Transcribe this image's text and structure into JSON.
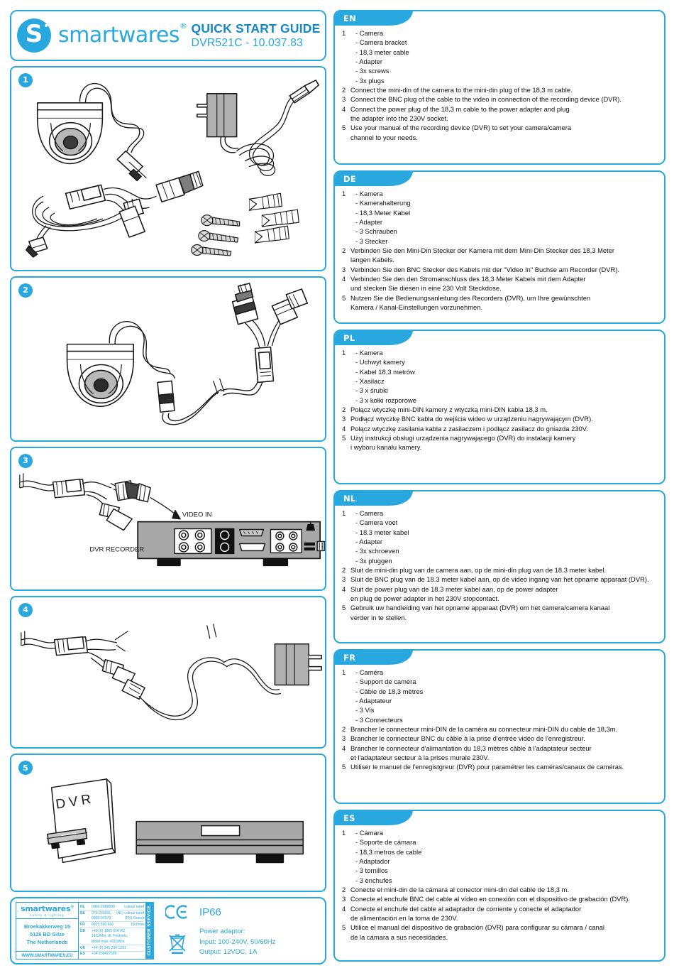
{
  "header": {
    "brand": "smartwares",
    "brand_mark": "S",
    "title": "QUICK START GUIDE",
    "model": "DVR521C - 10.037.83"
  },
  "panels": [
    {
      "number": "1",
      "name": "parts-overview"
    },
    {
      "number": "2",
      "name": "camera-to-cable"
    },
    {
      "number": "3",
      "name": "cable-to-dvr",
      "labels": {
        "video_in": "VIDEO IN",
        "dvr": "DVR RECORDER"
      }
    },
    {
      "number": "4",
      "name": "cable-to-adapter"
    },
    {
      "number": "5",
      "name": "dvr-manual",
      "labels": {
        "manual": "DVR"
      }
    }
  ],
  "languages": [
    {
      "code": "EN",
      "steps": [
        {
          "num": "1",
          "lines": [
            "-  Camera",
            "- Camera bracket",
            "- 18,3 meter cable",
            "- Adapter",
            "- 3x screws",
            "- 3x plugs"
          ],
          "sub": true
        },
        {
          "num": "2",
          "lines": [
            "Connect the mini-din of the camera to the mini-din plug of the 18,3 m cable."
          ]
        },
        {
          "num": "3",
          "lines": [
            "Connect the BNC plug of the cable to the video in connection of the recording device (DVR)."
          ]
        },
        {
          "num": "4",
          "lines": [
            "Connect the power plug of the 18,3 m cable to the power adapter and plug",
            "the adapter into the 230V socket."
          ]
        },
        {
          "num": "5",
          "lines": [
            "Use your manual of the recording device (DVR) to set your camera/camera",
            "channel to your needs."
          ]
        }
      ]
    },
    {
      "code": "DE",
      "steps": [
        {
          "num": "1",
          "lines": [
            "-  Kamera",
            "- Kamerahalterung",
            "- 18,3 Meter Kabel",
            "- Adapter",
            "- 3 Schrauben",
            "- 3 Stecker"
          ],
          "sub": true
        },
        {
          "num": "2",
          "lines": [
            "Verbinden Sie den Mini-Din Stecker der Kamera mit dem Mini-Din Stecker des 18,3 Meter",
            "langen Kabels."
          ]
        },
        {
          "num": "3",
          "lines": [
            "Verbinden Sie den BNC Stecker des Kabels mit der \"Video In\" Buchse am Recorder (DVR)."
          ]
        },
        {
          "num": "4",
          "lines": [
            "Verbinden Sie den den Stromanschluss des 18,3 Meter Kabels mit dem Adapter",
            "und stecken Sie diesen in eine 230 Volt Steckdose."
          ]
        },
        {
          "num": "5",
          "lines": [
            "Nutzen Sie die Bedienungsanleitung des Recorders (DVR), um Ihre gewünschten",
            "Kamera / Kanal-Einstellungen vorzunehmen."
          ]
        }
      ]
    },
    {
      "code": "PL",
      "steps": [
        {
          "num": "1",
          "lines": [
            "- Kamera",
            "- Uchwyt kamery",
            "- Kabel 18,3 metrów",
            "- Xasilacz",
            "- 3 x śrubki",
            "- 3 x kołki rozporowe"
          ],
          "sub": true
        },
        {
          "num": "2",
          "lines": [
            "Połącz wtyczkę mini-DIN kamery z wtyczką mini-DIN kabla 18,3 m."
          ]
        },
        {
          "num": "3",
          "lines": [
            "Podłącz wtyczkę BNC kabla do wejścia wideo w urządzeniu nagrywającym (DVR)."
          ]
        },
        {
          "num": "4",
          "lines": [
            "Połącz wtyczkę zasilania kabla z zasilaczem i podłącz zasilacz do gniazda 230V."
          ]
        },
        {
          "num": "5",
          "lines": [
            "Użyj instrukcji obsługi urządzenia nagrywającego (DVR) do instalacji kamery",
            "i wyboru kanału kamery."
          ]
        }
      ]
    },
    {
      "code": "NL",
      "steps": [
        {
          "num": "1",
          "lines": [
            "- Camera",
            "- Camera voet",
            "- 18.3 meter kabel",
            "- Adapter",
            "- 3x schroeven",
            "- 3x pluggen"
          ],
          "sub": true
        },
        {
          "num": "2",
          "lines": [
            "Sluit de mini-din plug van de camera aan, op de mini-din plug van de 18.3 meter kabel."
          ]
        },
        {
          "num": "3",
          "lines": [
            "Sluit de BNC plug van de 18.3 meter kabel aan, op de video ingang van het opname apparaat (DVR)."
          ]
        },
        {
          "num": "4",
          "lines": [
            "Sluit de power plug van de 18.3 meter kabel aan, op de power adapter",
            "en plug de power adapter in het 230V stopcontact."
          ]
        },
        {
          "num": "5",
          "lines": [
            "Gebruik uw handleiding van het opname apparaat (DVR) om het camera/camera kanaal",
            "verder in te stellen."
          ]
        }
      ]
    },
    {
      "code": "FR",
      "steps": [
        {
          "num": "1",
          "lines": [
            "- Caméra",
            "- Support de caméra",
            "- Câble de 18,3 mètres",
            "- Adaptateur",
            "- 3 Vis",
            "- 3 Connecteurs"
          ],
          "sub": true
        },
        {
          "num": "2",
          "lines": [
            "Brancher le connecteur mini-DIN de la caméra au connecteur mini-DIN du cable de 18,3m."
          ]
        },
        {
          "num": "3",
          "lines": [
            "Brancher le connecteur BNC du câble à la prise d'entrée vidéo de l'enregistreur."
          ]
        },
        {
          "num": "4",
          "lines": [
            "Brancher le connecteur d'alimantation du 18,3 mètres câble à l'adaptateur secteur",
            "et l'adaptateur secteur à la prises murale 230V."
          ]
        },
        {
          "num": "5",
          "lines": [
            "Utiliser le manuel de l'enregistgreur (DVR) pour paramétrer les caméras/canaux de caméras."
          ]
        }
      ]
    },
    {
      "code": "ES",
      "steps": [
        {
          "num": "1",
          "lines": [
            "- Cámara",
            "- Soporte de cámara",
            "- 18,3 metros de cable",
            "- Adaptador",
            "- 3 tornillos",
            "- 3 enchufes"
          ],
          "sub": true
        },
        {
          "num": "2",
          "lines": [
            "Conecte el mini-din de la cámara al conector mini-din del cable de 18,3 m."
          ]
        },
        {
          "num": "3",
          "lines": [
            "Conecte el enchufe BNC del cable al vídeo en conexión con el dispositivo de grabación (DVR)."
          ]
        },
        {
          "num": "4",
          "lines": [
            "Conecte el enchufe del cable al adaptador de corriente y conecte el adaptador",
            "de alimentación en la toma de 230V."
          ]
        },
        {
          "num": "5",
          "lines": [
            "Utilice el manual del dispositivo de grabación (DVR) para configurar su cámara / canal",
            "de la cámara a sus necesidades."
          ]
        }
      ]
    }
  ],
  "footer": {
    "company": "smartwares",
    "tagline": "safety & lighting",
    "address_lines": [
      "Broekakkerweg 15",
      "5126 BD  Gilze",
      "The Netherlands"
    ],
    "website": "WWW.SMARTWARES.EU",
    "customer_service_label": "CUSTOMER SERVICE",
    "phones": [
      {
        "cc": "NL",
        "number": "0900-2088888",
        "note": "Lokaal tarief"
      },
      {
        "cc": "BE",
        "number": "070-233031",
        "note": "(NL) Lokaal tarief"
      },
      {
        "cc": "",
        "number": "0800-97570",
        "note": "(FR) Gratuit"
      },
      {
        "cc": "FR",
        "number": "0825 560 650",
        "note": "15ct/min"
      },
      {
        "cc": "DE",
        "number": "+49 (0) 1805 010762",
        "note": ""
      },
      {
        "cc": "",
        "number": "14Ct/Min. dt. Festnetz,",
        "note": ""
      },
      {
        "cc": "",
        "number": "Mobil max. 42Ct/Min",
        "note": ""
      },
      {
        "cc": "UK",
        "number": "+44 (0) 345 230 1231",
        "note": ""
      },
      {
        "cc": "ES",
        "number": "+34 938427589",
        "note": ""
      }
    ],
    "ip_rating": "IP66",
    "ce_mark": "CE",
    "adaptor": {
      "title": "Power adaptor:",
      "input": "Input: 100-240V, 50/60Hz",
      "output": "Output: 12VDC, 1A"
    }
  },
  "colors": {
    "brand_blue": "#29a8df",
    "title_blue": "#1288c8",
    "grey_fill": "#9a9a9a"
  }
}
